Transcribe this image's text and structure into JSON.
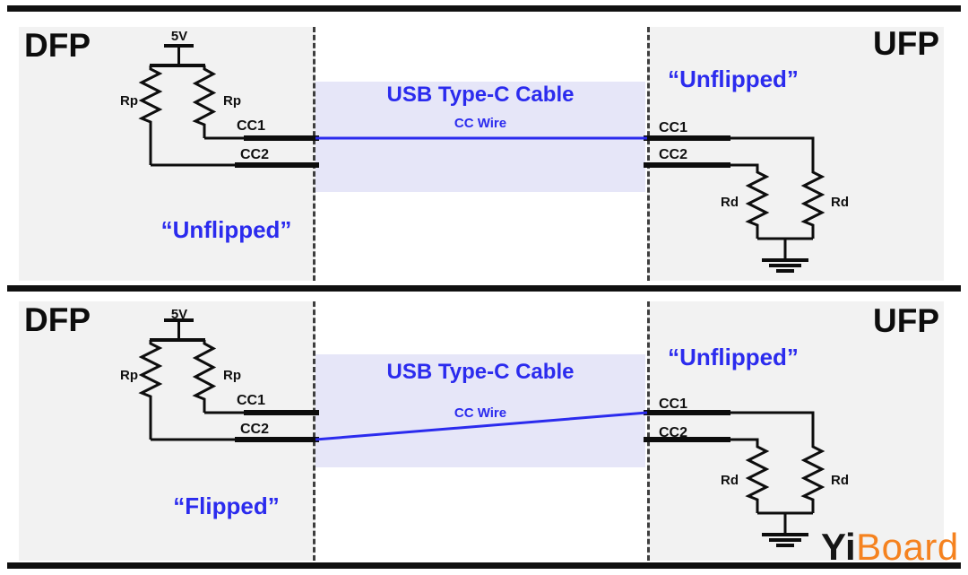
{
  "colors": {
    "accent_blue": "#2b2bee",
    "cable_fill": "#e6e6f8",
    "panel_fill": "#f2f2f2",
    "wire_black": "#0d0d0d",
    "logo_orange": "#f5821f"
  },
  "rows": [
    {
      "dfp_label": "DFP",
      "ufp_label": "UFP",
      "supply_label": "5V",
      "rp_label": "Rp",
      "rd_label": "Rd",
      "cc1_label": "CC1",
      "cc2_label": "CC2",
      "cable_title": "USB Type-C Cable",
      "cc_wire_label": "CC Wire",
      "dfp_orientation": "“Unflipped”",
      "ufp_orientation": "“Unflipped”",
      "cc_connection": "DFP CC1 to UFP CC1"
    },
    {
      "dfp_label": "DFP",
      "ufp_label": "UFP",
      "supply_label": "5V",
      "rp_label": "Rp",
      "rd_label": "Rd",
      "cc1_label": "CC1",
      "cc2_label": "CC2",
      "cable_title": "USB Type-C Cable",
      "cc_wire_label": "CC Wire",
      "dfp_orientation": "“Flipped”",
      "ufp_orientation": "“Unflipped”",
      "cc_connection": "DFP CC2 to UFP CC1"
    }
  ],
  "logo": {
    "part1": "Yi",
    "part2": "Board"
  }
}
